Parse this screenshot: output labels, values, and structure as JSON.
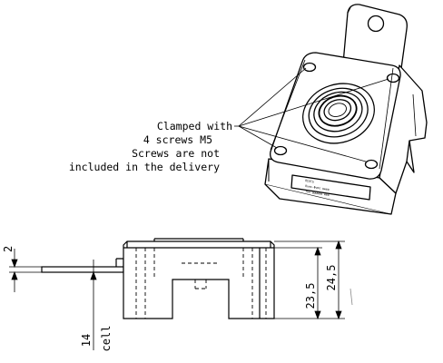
{
  "callout": {
    "line1": "Clamped with",
    "line2": "4 screws M5",
    "line3": "Screws are not",
    "line4": "included in the delivery"
  },
  "label_plate": {
    "line1": "ΠΣΩΓ∆",
    "line2": "Πυσε-Φυσε ωωωω",
    "line3": "Τυυ ωωωωωω ωωω"
  },
  "dimensions": {
    "tab_thickness": "2",
    "inner_height": "23,5",
    "outer_height": "24,5",
    "cell_value": "14",
    "cell_label": "cell"
  }
}
